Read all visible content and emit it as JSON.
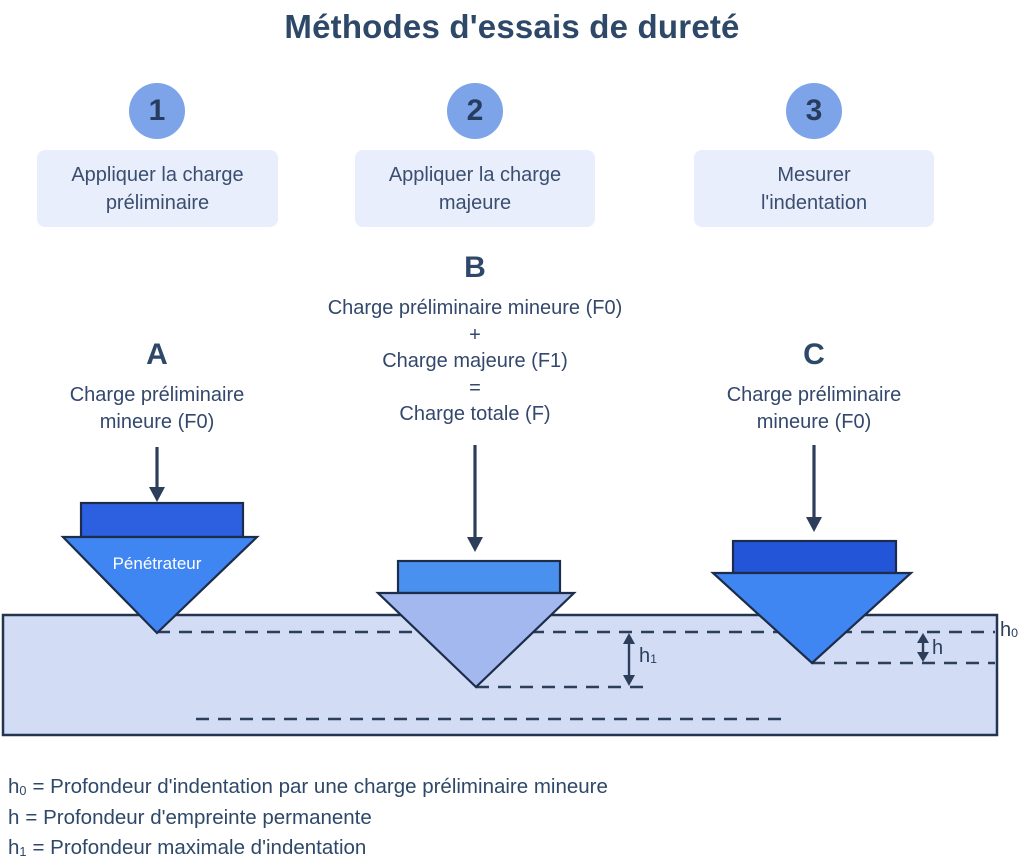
{
  "title": "Méthodes d'essais de dureté",
  "steps": [
    {
      "number": "1",
      "lines": [
        "Appliquer la charge",
        "préliminaire"
      ]
    },
    {
      "number": "2",
      "lines": [
        "Appliquer la charge",
        "majeure"
      ]
    },
    {
      "number": "3",
      "lines": [
        "Mesurer",
        "l'indentation"
      ]
    }
  ],
  "sections": {
    "a": {
      "heading": "A",
      "lines": [
        "Charge préliminaire",
        "mineure (F0)"
      ]
    },
    "b": {
      "heading": "B",
      "lines": [
        "Charge préliminaire mineure (F0)",
        "+",
        "Charge majeure (F1)",
        "=",
        "Charge totale (F)"
      ]
    },
    "c": {
      "heading": "C",
      "lines": [
        "Charge préliminaire",
        "mineure (F0)"
      ]
    }
  },
  "diagram": {
    "indenter_label": "Pénétrateur",
    "depth_labels": {
      "h0": {
        "base": "h",
        "sub": "0"
      },
      "h": {
        "base": "h",
        "sub": ""
      },
      "h1": {
        "base": "h",
        "sub": "1"
      }
    },
    "colors": {
      "dark_text": "#2d4868",
      "line": "#2c3e5a",
      "circle_fill": "#7da4e8",
      "step_box_fill": "#e8eefb",
      "indenter_a_rect": "#2c60e0",
      "indenter_a_triangle": "#3f86f3",
      "indenter_b_rect": "#4a90ee",
      "indenter_b_triangle": "#a3b8ee",
      "indenter_c_rect": "#2355d8",
      "indenter_c_triangle": "#3f86f3",
      "material_fill": "#d2dcf5",
      "material_border": "#233450"
    }
  },
  "legend": {
    "rows": [
      {
        "base": "h",
        "sub": "0",
        "text": "= Profondeur d'indentation par une charge préliminaire mineure"
      },
      {
        "base": "h",
        "sub": "",
        "text": "= Profondeur d'empreinte permanente"
      },
      {
        "base": "h",
        "sub": "1",
        "text": "= Profondeur maximale d'indentation"
      }
    ]
  }
}
